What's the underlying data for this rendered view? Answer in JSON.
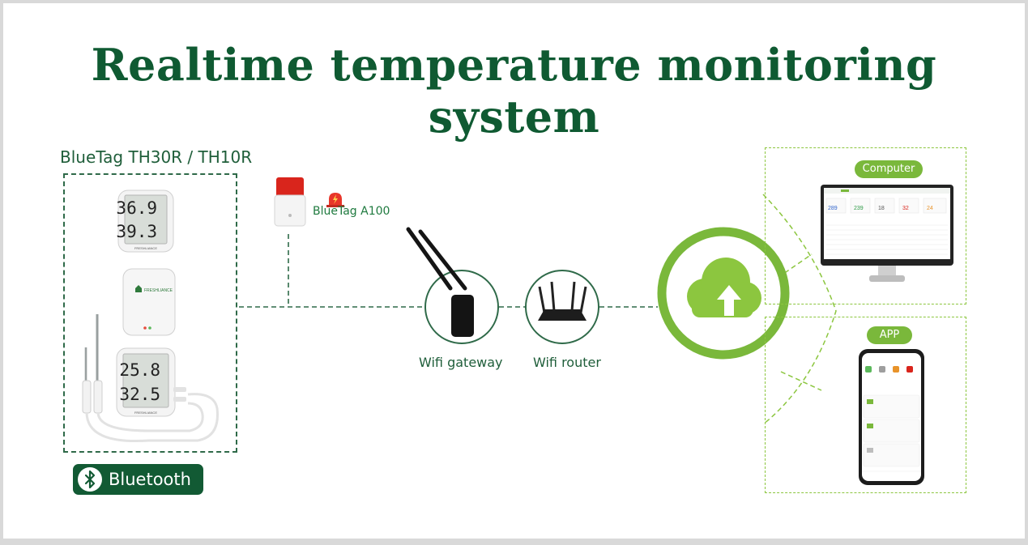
{
  "title": "Realtime temperature monitoring system",
  "sensors": {
    "label": "BlueTag TH30R / TH10R",
    "device1": {
      "temp": "36.9",
      "humidity": "39.3",
      "brand": "FRESHLIANCE"
    },
    "device2": {
      "brand": "FRESHLIANCE"
    },
    "device3": {
      "temp": "25.8",
      "humidity": "32.5",
      "brand": "FRESHLIANCE"
    }
  },
  "bluetooth": {
    "label": "Bluetooth"
  },
  "alarm": {
    "label": "BlueTag A100"
  },
  "gateway": {
    "label": "Wifi gateway"
  },
  "router": {
    "label": "Wifi router"
  },
  "computer": {
    "label": "Computer",
    "stats": [
      "289",
      "239",
      "18",
      "32",
      "24"
    ]
  },
  "app": {
    "label": "APP"
  },
  "colors": {
    "dark_green": "#0f5a32",
    "lime": "#7ab83b",
    "alarm_red": "#d9251c"
  }
}
